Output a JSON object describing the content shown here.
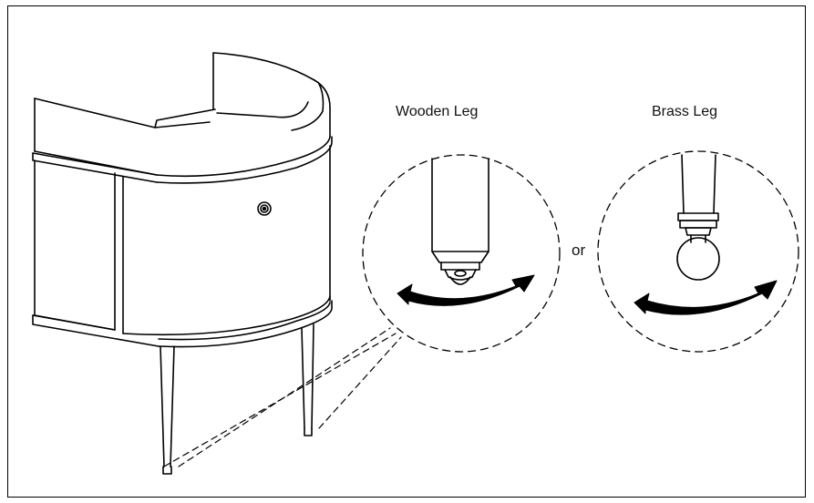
{
  "labels": {
    "wooden_leg": "Wooden Leg",
    "brass_leg": "Brass Leg",
    "or": "or"
  },
  "icons": {
    "wooden_leg_detail": "wooden-leg-adjuster-icon",
    "brass_leg_detail": "brass-leg-adjuster-icon",
    "rotate": "rotate-arrow-icon"
  },
  "colors": {
    "line": "#000000",
    "background": "#ffffff"
  }
}
